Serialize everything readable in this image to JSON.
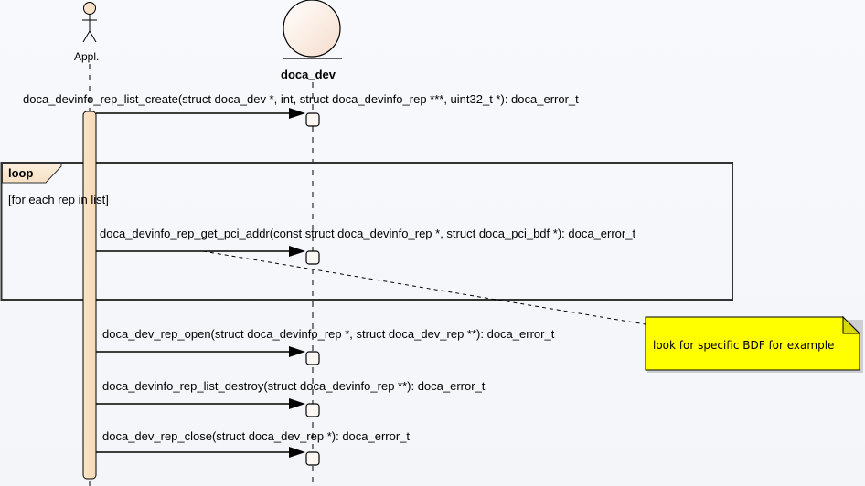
{
  "lifelines": [
    {
      "name": "Appl.",
      "kind": "actor-icon"
    },
    {
      "name": "doca_dev",
      "kind": "entity-icon"
    }
  ],
  "messages": [
    {
      "label": "doca_devinfo_rep_list_create(struct doca_dev *, int, struct doca_devinfo_rep ***, uint32_t *): doca_error_t"
    },
    {
      "label": "doca_devinfo_rep_get_pci_addr(const struct doca_devinfo_rep *, struct doca_pci_bdf *): doca_error_t"
    },
    {
      "label": "doca_dev_rep_open(struct doca_devinfo_rep *, struct doca_dev_rep **): doca_error_t"
    },
    {
      "label": "doca_devinfo_rep_list_destroy(struct doca_devinfo_rep **): doca_error_t"
    },
    {
      "label": "doca_dev_rep_close(struct doca_dev_rep *): doca_error_t"
    }
  ],
  "fragment": {
    "operator": "loop",
    "guard": "[for each rep in list]"
  },
  "note": {
    "text": "look for specific BDF for example",
    "color": "#ffff00"
  },
  "colors": {
    "activation_fill": "#f9e0c0",
    "entity_fill": "#fbeae0",
    "fragment_tag_fill": "#f9e6cc",
    "line": "#000000"
  }
}
